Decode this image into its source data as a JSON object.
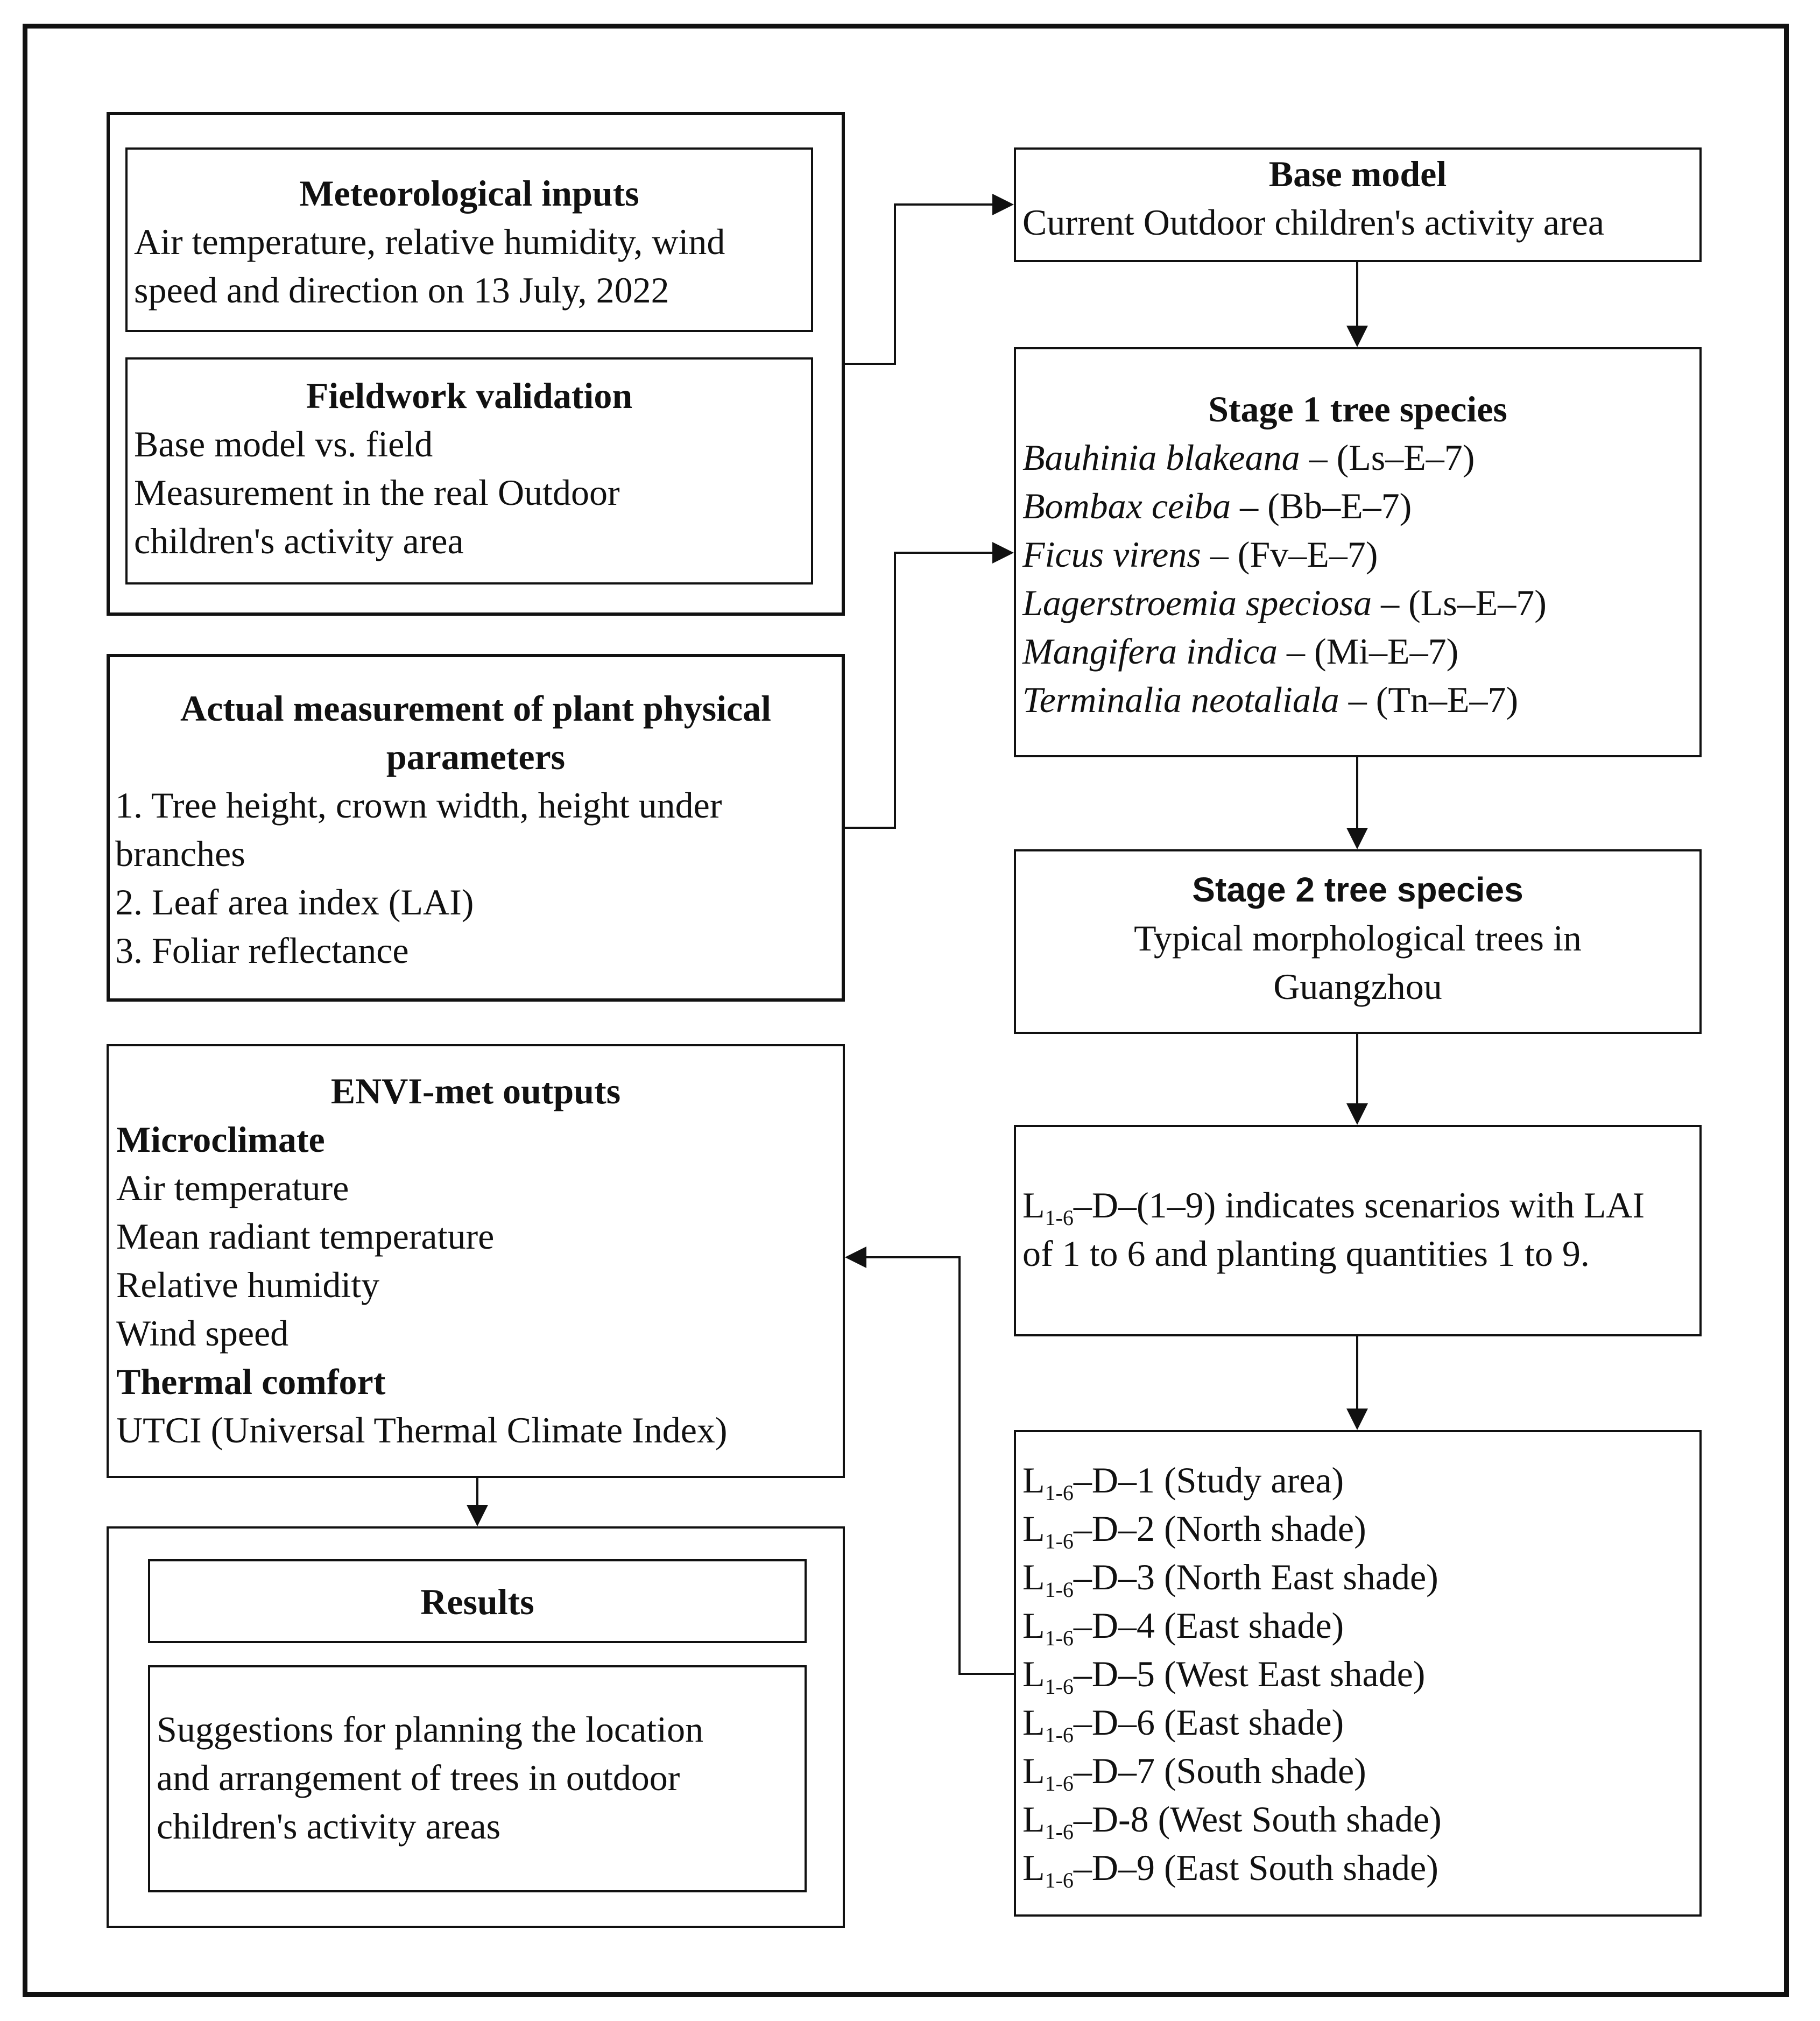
{
  "meteorological": {
    "title": "Meteorological inputs",
    "lines": [
      "Air temperature, relative humidity, wind",
      "speed and direction on 13 July, 2022"
    ]
  },
  "fieldwork": {
    "title": "Fieldwork validation",
    "lines": [
      "Base model vs. field",
      "Measurement in the real Outdoor",
      "children's activity area"
    ]
  },
  "measurement": {
    "title_lines": [
      "Actual measurement of plant physical",
      "parameters"
    ],
    "lines": [
      "1. Tree height, crown width, height under",
      "branches",
      "2. Leaf area index (LAI)",
      "3. Foliar reflectance"
    ]
  },
  "envi": {
    "title": "ENVI-met outputs",
    "microclimate_heading": "Microclimate",
    "microclimate_items": [
      "Air temperature",
      "Mean radiant temperature",
      "Relative humidity",
      "Wind speed"
    ],
    "comfort_heading": "Thermal comfort",
    "comfort_items": [
      "UTCI (Universal Thermal Climate Index)"
    ]
  },
  "results": {
    "title": "Results",
    "lines": [
      "Suggestions for planning the location",
      "and arrangement of trees in outdoor",
      "children's activity areas"
    ]
  },
  "base_model": {
    "title": "Base model",
    "text": "Current Outdoor children's activity area"
  },
  "stage1": {
    "title": "Stage 1 tree species",
    "species": [
      {
        "name": "Bauhinia blakeana",
        "code": " – (Ls–E–7)"
      },
      {
        "name": "Bombax ceiba",
        "code": " – (Bb–E–7)"
      },
      {
        "name": "Ficus virens",
        "code": " – (Fv–E–7)"
      },
      {
        "name": "Lagerstroemia speciosa",
        "code": " – (Ls–E–7)"
      },
      {
        "name": "Mangifera indica",
        "code": " – (Mi–E–7)"
      },
      {
        "name": "Terminalia neotaliala",
        "code": " – (Tn–E–7)"
      }
    ]
  },
  "stage2": {
    "title": "Stage 2 tree species",
    "lines": [
      "Typical morphological trees in",
      "Guangzhou"
    ]
  },
  "lai": {
    "prefix": "L",
    "sub": "1-6",
    "line1_rest": "–D–(1–9) indicates scenarios with LAI",
    "line2": "of 1 to 6 and planting quantities 1 to 9."
  },
  "scenarios": {
    "prefix": "L",
    "sub": "1-6",
    "items": [
      "–D–1 (Study area)",
      "–D–2 (North shade)",
      "–D–3 (North East shade)",
      "–D–4 (East shade)",
      "–D–5 (West East shade)",
      "–D–6 (East shade)",
      "–D–7 (South shade)",
      "–D-8 (West South shade)",
      "–D–9 (East South shade)"
    ]
  }
}
